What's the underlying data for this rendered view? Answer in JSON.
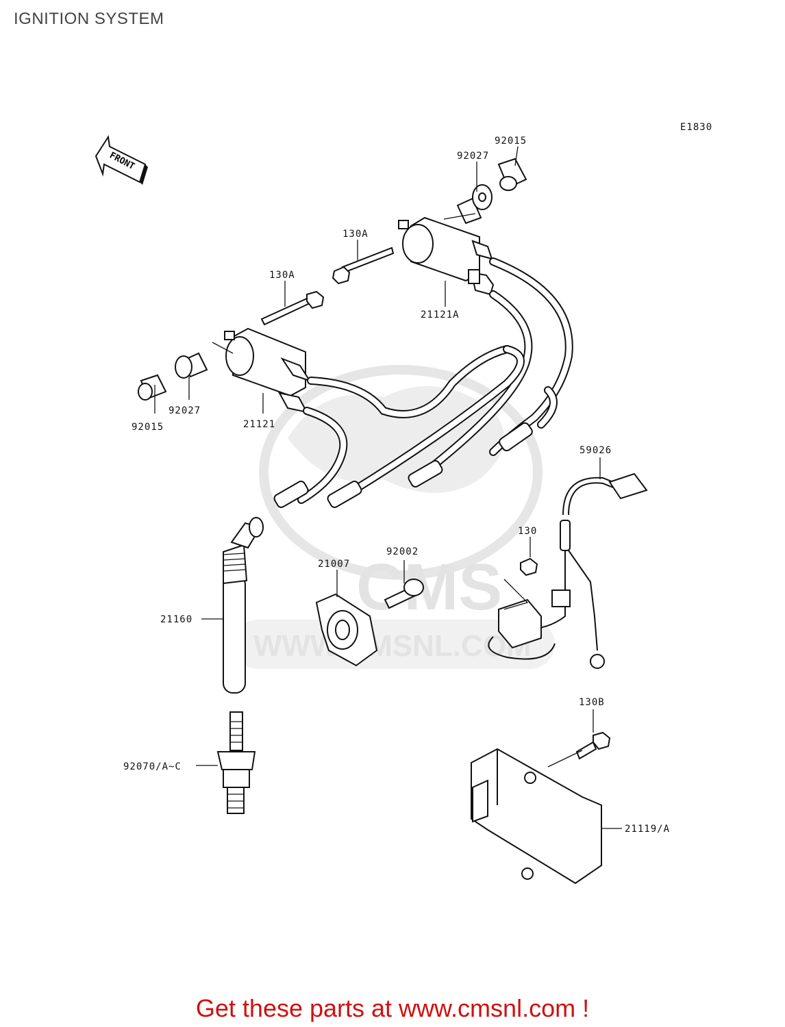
{
  "title": "IGNITION SYSTEM",
  "diagram_code": "E1830",
  "front_label": "FRONT",
  "watermark": {
    "logo_text": "CMS",
    "url_text": "WWW.CMSNL.COM"
  },
  "labels": {
    "p92015_top": "92015",
    "p92027_top": "92027",
    "p130a_top": "130A",
    "p130a_left": "130A",
    "p21121a": "21121A",
    "p92027_left": "92027",
    "p92015_left": "92015",
    "p21121": "21121",
    "p59026": "59026",
    "p130": "130",
    "p92002": "92002",
    "p21007": "21007",
    "p21160": "21160",
    "p130b": "130B",
    "p92070": "92070/A~C",
    "p21119": "21119/A"
  },
  "promo_text": "Get these parts at www.cmsnl.com !",
  "colors": {
    "promo": "#d01010",
    "line": "#111111",
    "watermark": "#e3e3e3"
  }
}
